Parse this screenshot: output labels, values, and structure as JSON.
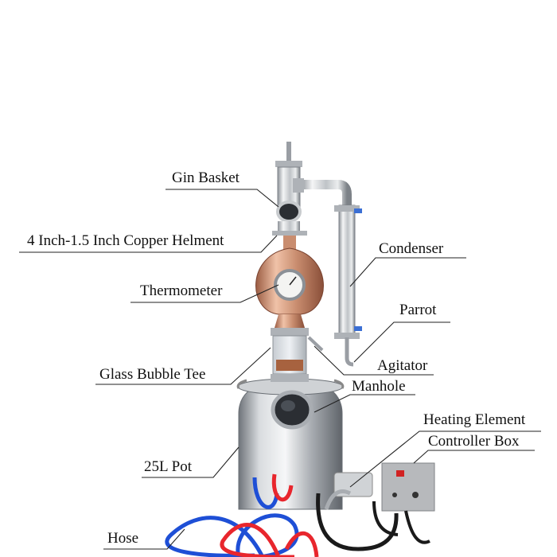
{
  "labels": {
    "gin_basket": "Gin Basket",
    "copper_helmet": "4 Inch-1.5 Inch Copper Helment",
    "thermometer": "Thermometer",
    "condenser": "Condenser",
    "parrot": "Parrot",
    "agitator": "Agitator",
    "glass_bubble_tee": "Glass Bubble Tee",
    "manhole": "Manhole",
    "heating_element": "Heating Element",
    "controller_box": "Controller Box",
    "pot": "25L Pot",
    "hose": "Hose"
  },
  "colors": {
    "copper": "#c98d6f",
    "steel": "#d8dadd",
    "steel_dark": "#9a9ea4",
    "hose_blue": "#1e4fd6",
    "hose_red": "#e8262d",
    "cable": "#1a1a1a",
    "controller": "#b7b9bc"
  }
}
